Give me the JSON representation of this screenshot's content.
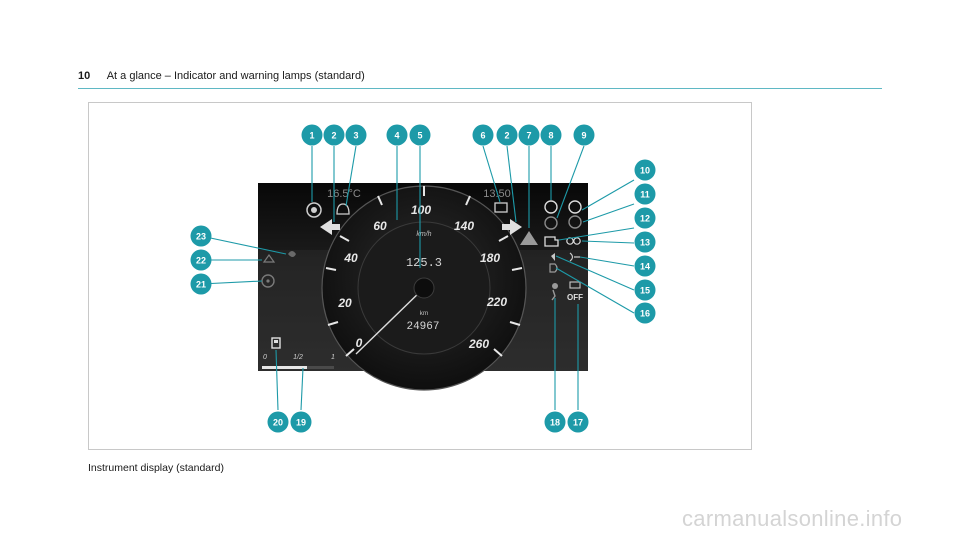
{
  "header": {
    "page_number": "10",
    "title": "At a glance – Indicator and warning lamps (standard)"
  },
  "display": {
    "temperature": "16.5°C",
    "clock": "13:50",
    "speed_unit": "km/h",
    "trip": "125.3",
    "odo_unit": "km",
    "odometer": "24967",
    "speed_ticks": [
      "0",
      "20",
      "40",
      "60",
      "100",
      "140",
      "180",
      "220",
      "260"
    ],
    "fuel_ticks": [
      "0",
      "1/2",
      "1"
    ],
    "lamp_off": "OFF"
  },
  "callouts": [
    "1",
    "2",
    "3",
    "4",
    "5",
    "6",
    "2",
    "7",
    "8",
    "9",
    "10",
    "11",
    "12",
    "13",
    "14",
    "15",
    "16",
    "23",
    "22",
    "21",
    "20",
    "19",
    "18",
    "17"
  ],
  "caption": "Instrument display (standard)",
  "footer": "carmanualsonline.info",
  "colors": {
    "accent": "#1d9aa8",
    "panel": "#141414"
  }
}
